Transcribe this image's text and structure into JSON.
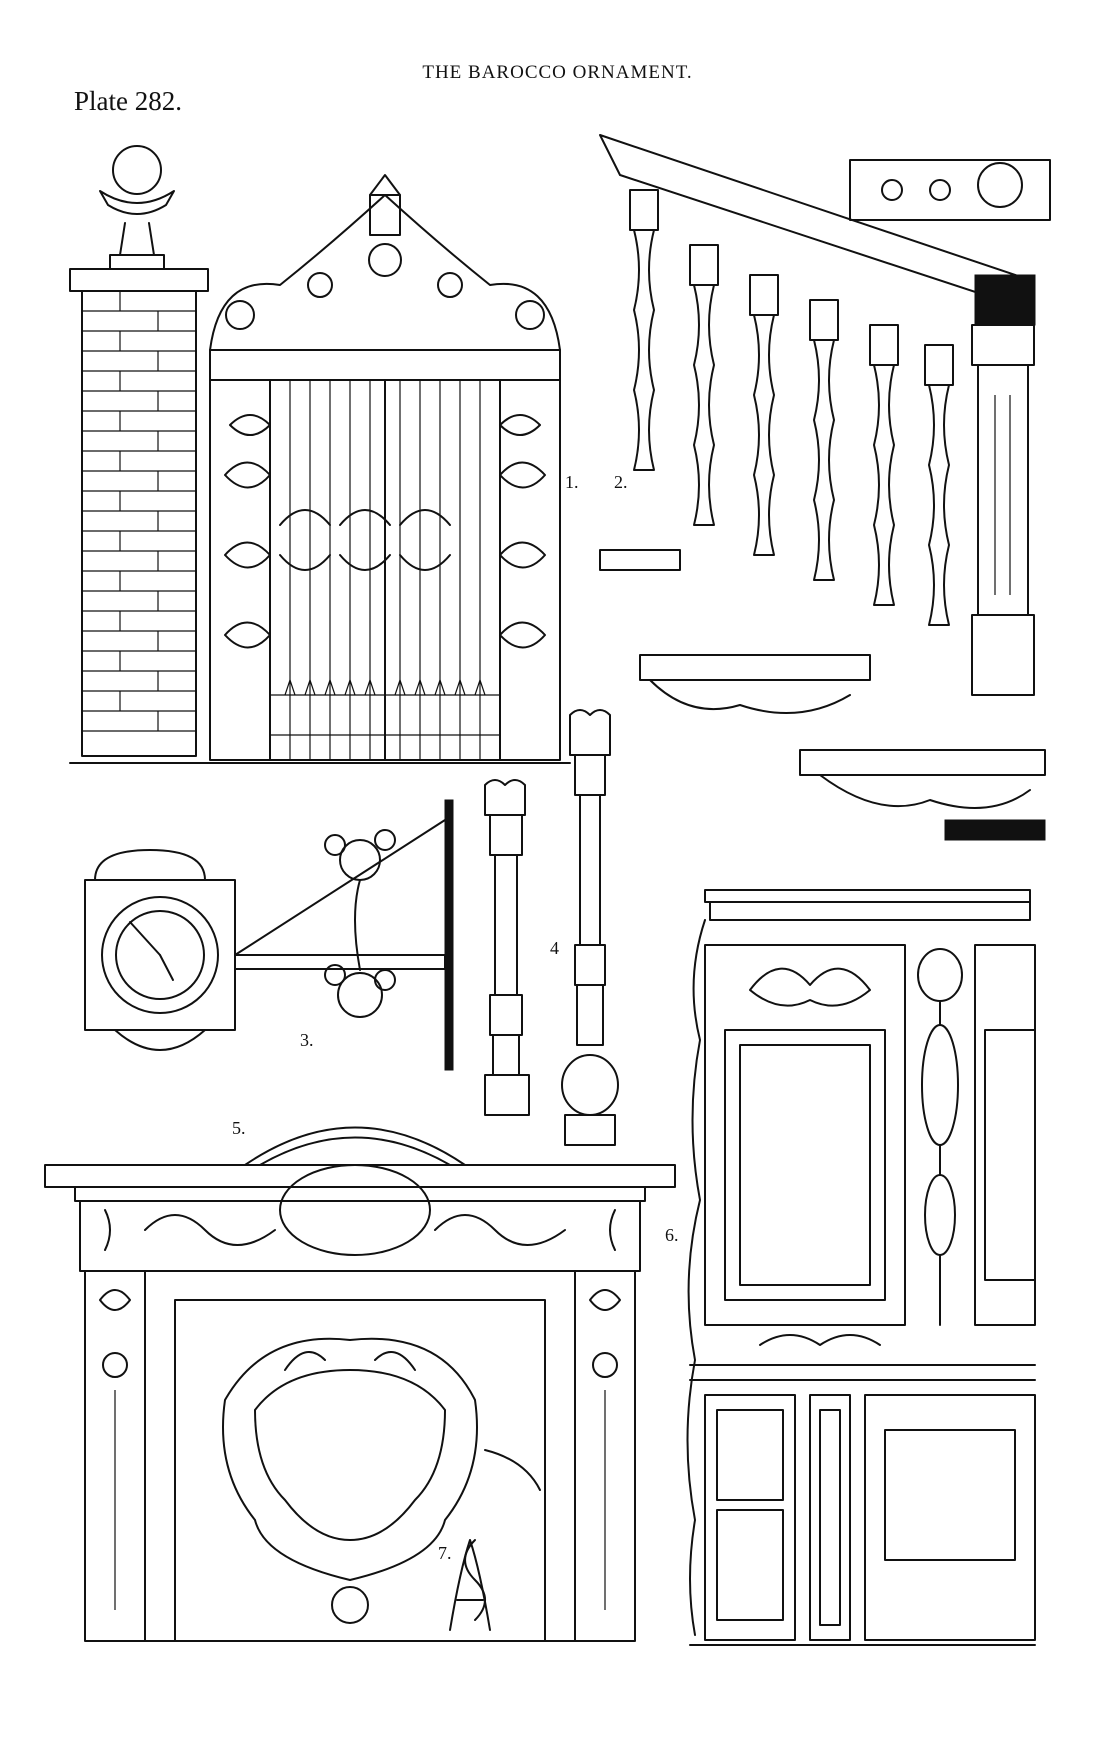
{
  "page": {
    "running_head": "THE BAROCCO ORNAMENT.",
    "plate_label": "Plate 282."
  },
  "figures": [
    {
      "id": "fig1",
      "number_label": "1.",
      "subject": "wrought-iron gate with brick pier"
    },
    {
      "id": "fig2",
      "number_label": "2.",
      "subject": "staircase balustrade"
    },
    {
      "id": "fig3",
      "number_label": "3.",
      "subject": "bracket clock"
    },
    {
      "id": "fig4",
      "number_label": "4",
      "subject": "carved balusters"
    },
    {
      "id": "fig5",
      "number_label": "5.",
      "subject": "chimney-piece"
    },
    {
      "id": "fig6",
      "number_label": "6.",
      "subject": "wall panelling"
    },
    {
      "id": "fig7",
      "number_label": "7.",
      "subject": "cartouche and monogram"
    }
  ],
  "colors": {
    "ink": "#111111",
    "paper": "#ffffff"
  }
}
